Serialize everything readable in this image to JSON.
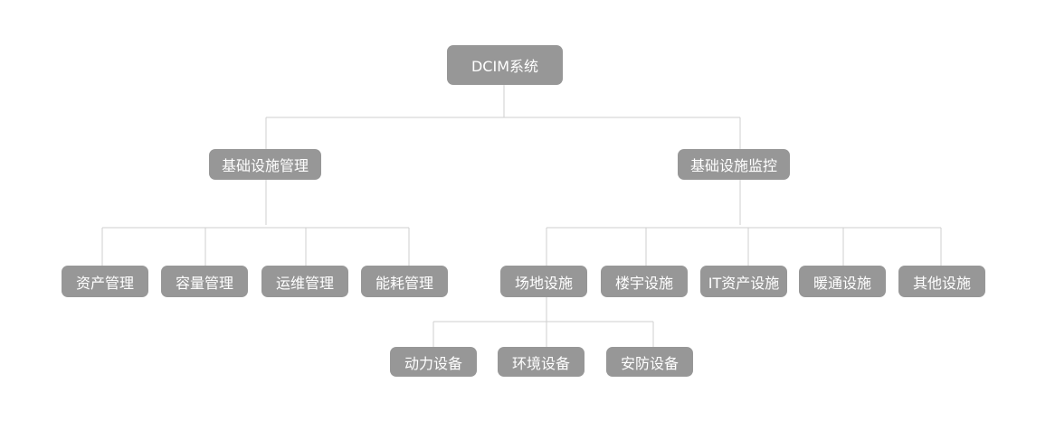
{
  "diagram": {
    "root": {
      "label": "DCIM系统"
    },
    "branches": [
      {
        "label": "基础设施管理",
        "children": [
          {
            "label": "资产管理"
          },
          {
            "label": "容量管理"
          },
          {
            "label": "运维管理"
          },
          {
            "label": "能耗管理"
          }
        ]
      },
      {
        "label": "基础设施监控",
        "children": [
          {
            "label": "场地设施",
            "children": [
              {
                "label": "动力设备"
              },
              {
                "label": "环境设备"
              },
              {
                "label": "安防设备"
              }
            ]
          },
          {
            "label": "楼宇设施"
          },
          {
            "label": "IT资产设施"
          },
          {
            "label": "暖通设施"
          },
          {
            "label": "其他设施"
          }
        ]
      }
    ]
  }
}
